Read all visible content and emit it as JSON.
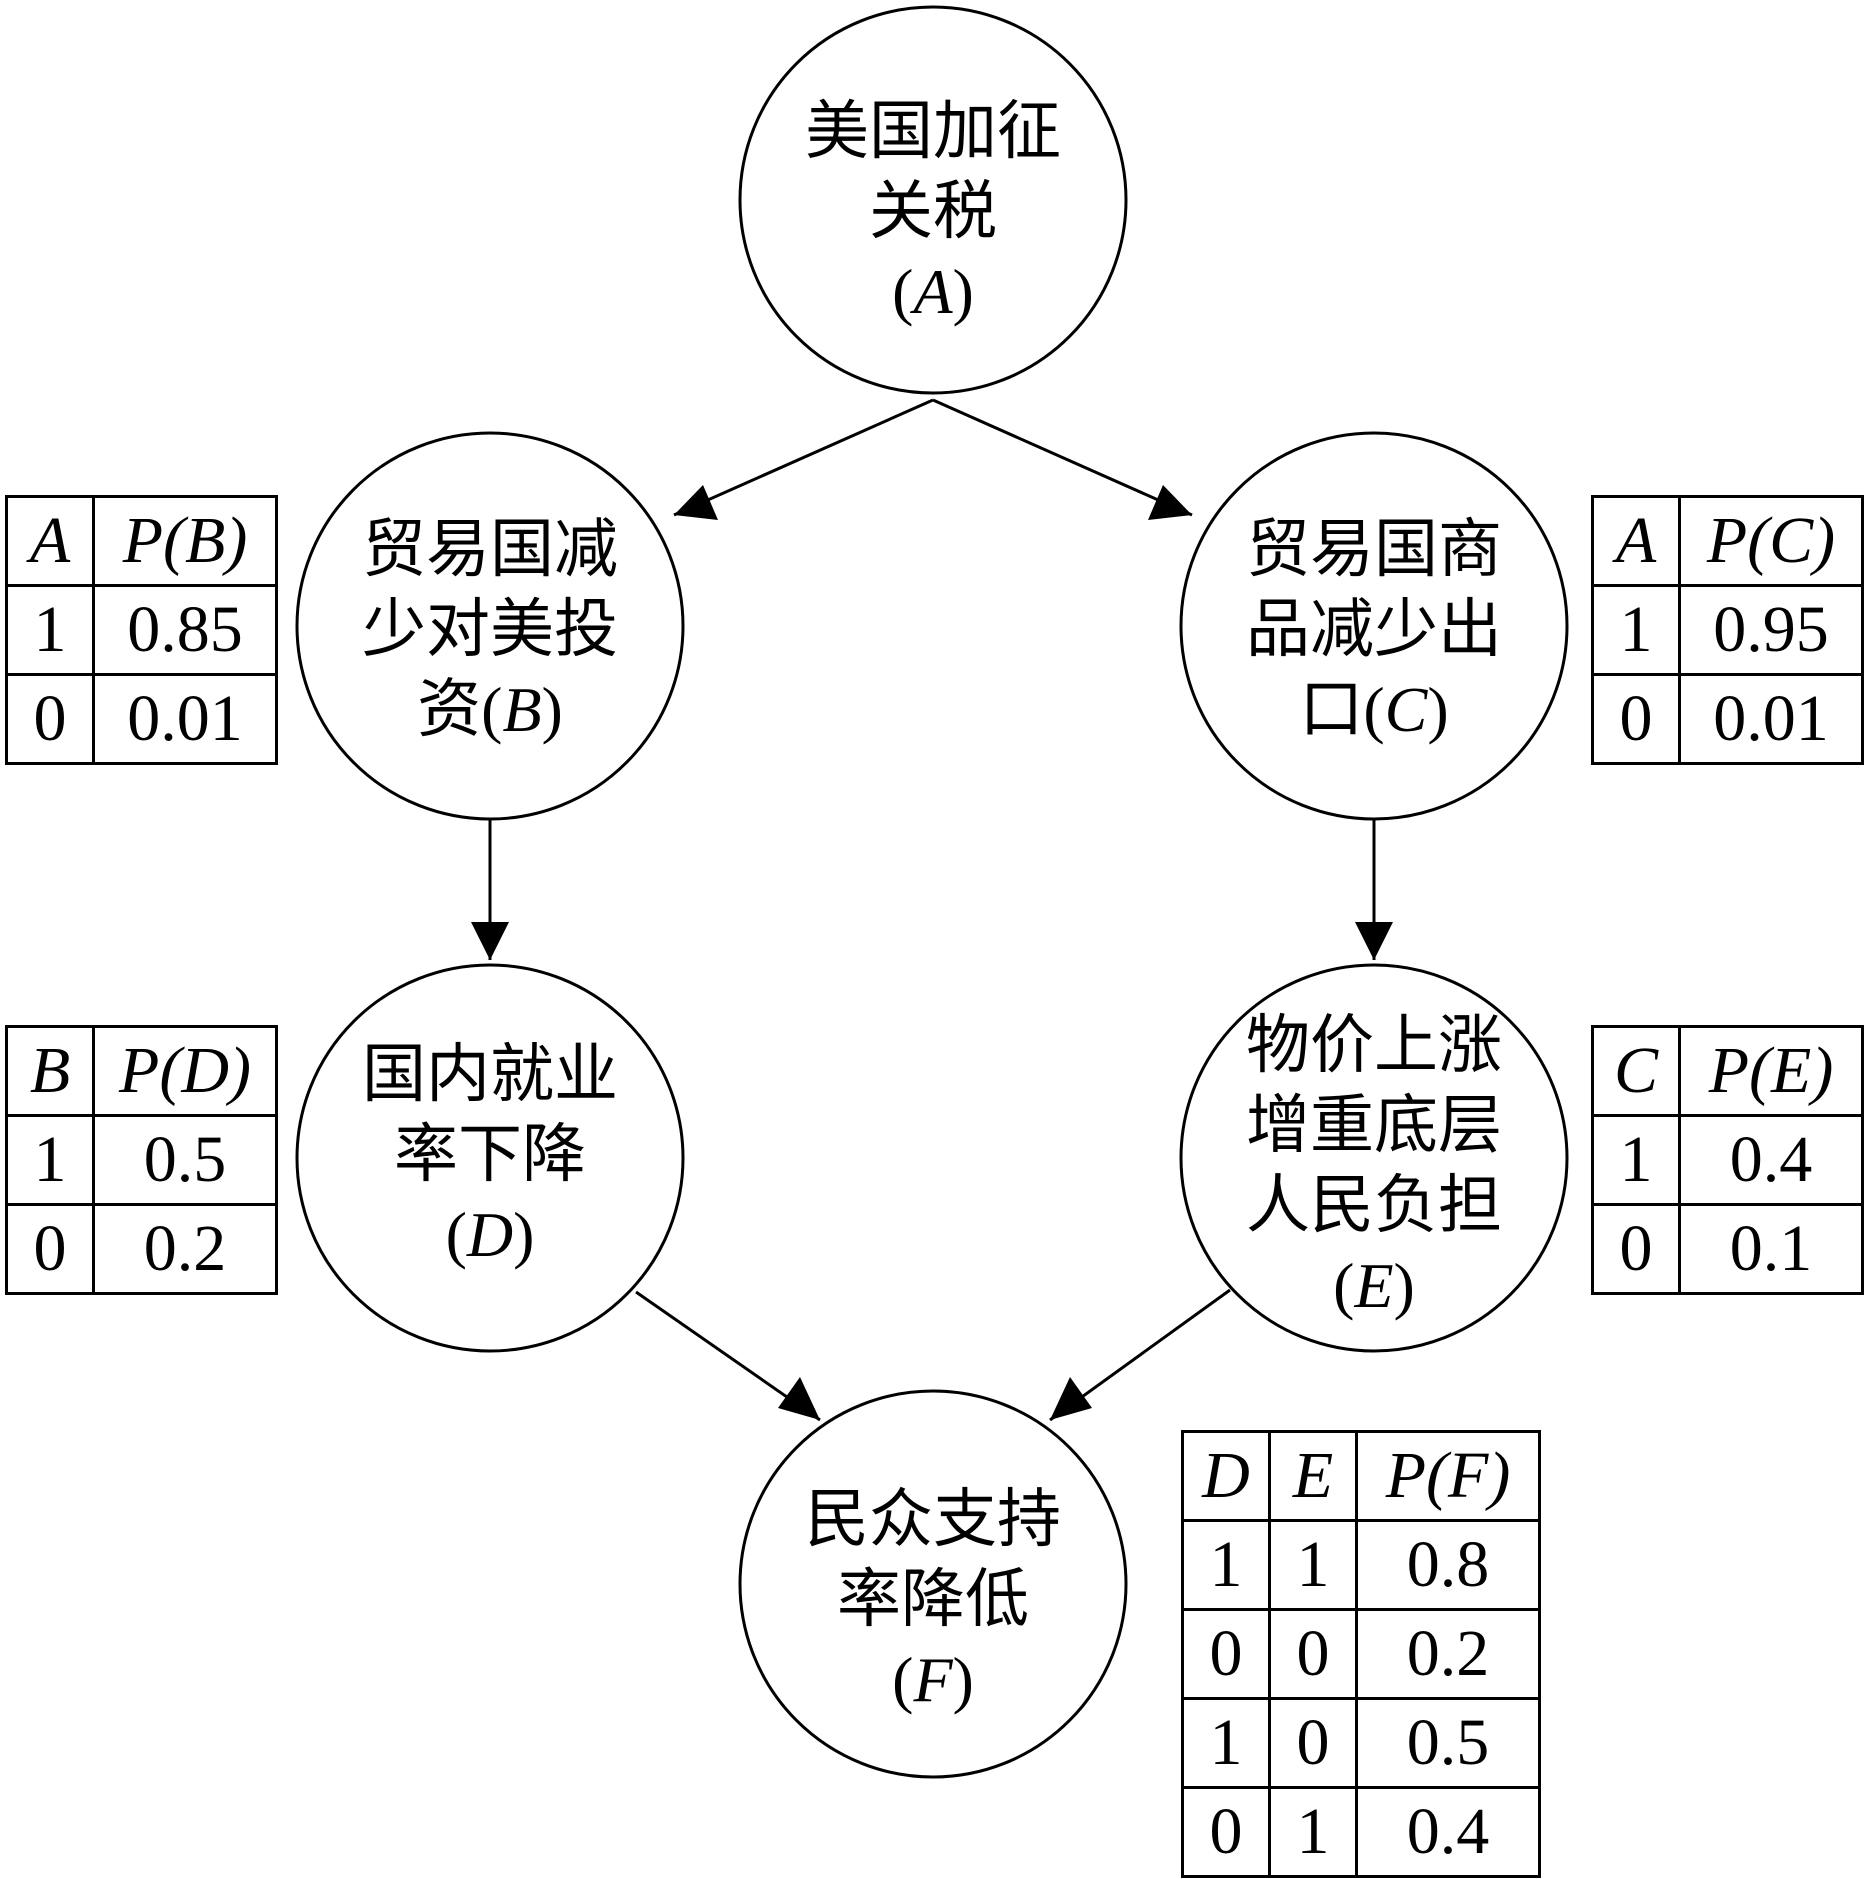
{
  "nodes": [
    {
      "id": "A",
      "line1": "美国加征",
      "line2": "关税",
      "var": "A"
    },
    {
      "id": "B",
      "line1": "贸易国减",
      "line2": "少对美投",
      "line3_text": "资",
      "var": "B"
    },
    {
      "id": "C",
      "line1": "贸易国商",
      "line2": "品减少出",
      "line3_text": "口",
      "var": "C"
    },
    {
      "id": "D",
      "line1": "国内就业",
      "line2": "率下降",
      "var": "D"
    },
    {
      "id": "E",
      "line1": "物价上涨",
      "line2": "增重底层",
      "line3": "人民负担",
      "var": "E"
    },
    {
      "id": "F",
      "line1": "民众支持",
      "line2": "率降低",
      "var": "F"
    }
  ],
  "edges": [
    [
      "A",
      "B"
    ],
    [
      "A",
      "C"
    ],
    [
      "B",
      "D"
    ],
    [
      "C",
      "E"
    ],
    [
      "D",
      "F"
    ],
    [
      "E",
      "F"
    ]
  ],
  "cpt_B": {
    "headers": [
      "A",
      "P(B)"
    ],
    "rows": [
      [
        "1",
        "0.85"
      ],
      [
        "0",
        "0.01"
      ]
    ]
  },
  "cpt_C": {
    "headers": [
      "A",
      "P(C)"
    ],
    "rows": [
      [
        "1",
        "0.95"
      ],
      [
        "0",
        "0.01"
      ]
    ]
  },
  "cpt_D": {
    "headers": [
      "B",
      "P(D)"
    ],
    "rows": [
      [
        "1",
        "0.5"
      ],
      [
        "0",
        "0.2"
      ]
    ]
  },
  "cpt_E": {
    "headers": [
      "C",
      "P(E)"
    ],
    "rows": [
      [
        "1",
        "0.4"
      ],
      [
        "0",
        "0.1"
      ]
    ]
  },
  "cpt_F": {
    "headers": [
      "D",
      "E",
      "P(F)"
    ],
    "rows": [
      [
        "1",
        "1",
        "0.8"
      ],
      [
        "0",
        "0",
        "0.2"
      ],
      [
        "1",
        "0",
        "0.5"
      ],
      [
        "0",
        "1",
        "0.4"
      ]
    ]
  }
}
